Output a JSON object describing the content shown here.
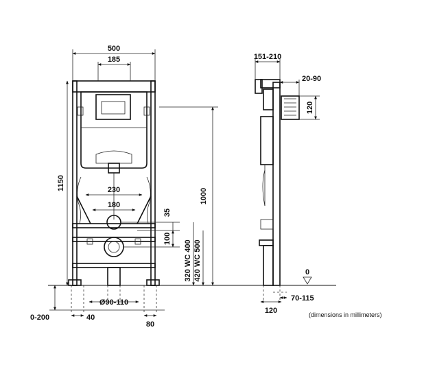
{
  "front_view": {
    "width_total": "500",
    "width_actuator": "185",
    "height_total": "1150",
    "height_floor_to_top": "1000",
    "width_lower_bracket": "230",
    "width_bolts": "180",
    "offset_top_outlet": "35",
    "outlet_spacing": "100",
    "outlet_height_a": "320 WC 400",
    "outlet_height_b": "420 WC 500",
    "drain_diameter": "Ø90-110",
    "floor_adjust": "0-200",
    "foot_offset": "40",
    "foot_width": "80"
  },
  "side_view": {
    "depth_range": "151-210",
    "offset_range": "20-90",
    "panel_height": "120",
    "floor_level": "0",
    "drain_offset": "70-115",
    "base_depth": "120"
  },
  "note": "(dimensions in millimeters)"
}
